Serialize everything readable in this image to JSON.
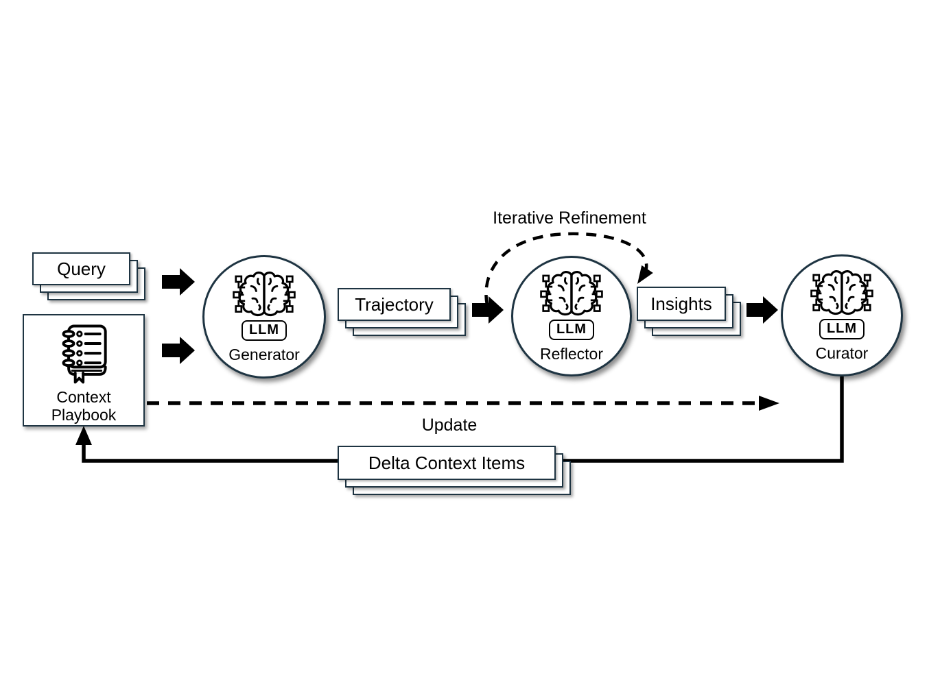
{
  "title": "Agentic context engineering workflow diagram",
  "colors": {
    "border": "#1e3442",
    "ink": "#000000",
    "paper": "#ffffff"
  },
  "nodes": {
    "query": {
      "label": "Query"
    },
    "playbook": {
      "label_line1": "Context",
      "label_line2": "Playbook",
      "icon": "notebook-icon"
    },
    "generator": {
      "label": "Generator",
      "badge": "LLM",
      "icon": "llm-brain-icon"
    },
    "trajectory": {
      "label": "Trajectory"
    },
    "reflector": {
      "label": "Reflector",
      "badge": "LLM",
      "icon": "llm-brain-icon"
    },
    "insights": {
      "label": "Insights"
    },
    "curator": {
      "label": "Curator",
      "badge": "LLM",
      "icon": "llm-brain-icon"
    },
    "delta": {
      "label": "Delta Context Items"
    }
  },
  "annotations": {
    "iterative_refinement": "Iterative Refinement",
    "update": "Update"
  }
}
